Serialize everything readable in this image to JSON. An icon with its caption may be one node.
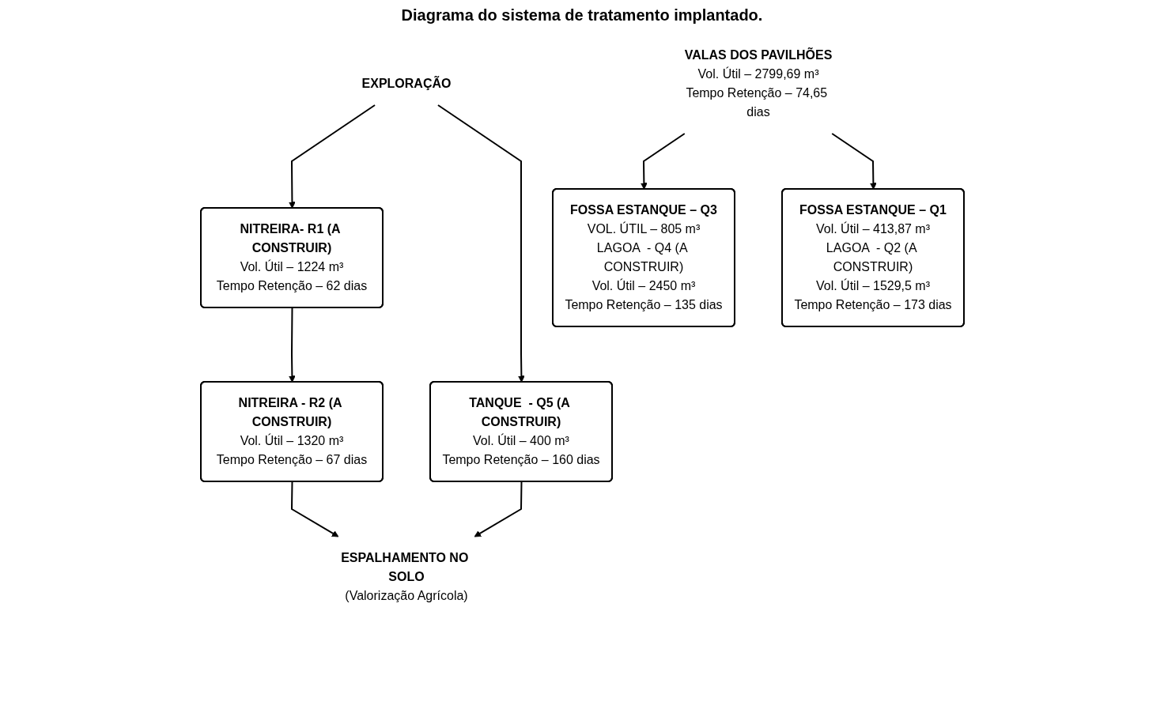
{
  "diagram": {
    "title": "Diagrama do sistema de tratamento implantado.",
    "nodes": [
      {
        "text": [
          "EXPLORAÇÃO"
        ]
      },
      {
        "text": [
          "VALAS DOS PAVILHÕES",
          "Vol. Útil – 2799,69 m³",
          "Tempo Retenção – 74,65 dias"
        ]
      },
      {
        "text": [
          "NITREIRA- R1 (A CONSTRUIR)",
          "Vol. Útil – 1224 m³",
          "Tempo Retenção – 62 dias"
        ]
      },
      {
        "text": [
          "FOSSA ESTANQUE – Q1",
          "Vol. Útil – 413,87 m³",
          "LAGOA  - Q2 (A CONSTRUIR)",
          "Vol. Útil – 1529,5 m³",
          "Tempo Retenção – 173 dias"
        ]
      },
      {
        "text": [
          "NITREIRA - R2 (A CONSTRUIR)",
          "Vol. Útil – 1320 m³",
          "Tempo Retenção – 67 dias"
        ]
      },
      {
        "text": [
          "FOSSA ESTANQUE – Q3",
          "VOL. ÚTIL – 805 m³",
          "LAGOA  - Q4 (A CONSTRUIR)",
          "Vol. Útil – 2450 m³",
          "Tempo Retenção – 135 dias"
        ]
      },
      {
        "text": [
          "TANQUE  - Q5 (A CONSTRUIR)",
          "Vol. Útil – 400 m³",
          "Tempo Retenção – 160 dias"
        ]
      },
      {
        "text": [
          "ESPALHAMENTO NO SOLO",
          "(Valorização Agrícola)"
        ]
      }
    ],
    "edges": [
      {
        "from": 0,
        "to": 2,
        "arrow": "to"
      },
      {
        "from": 0,
        "to": 6,
        "arrow": "to"
      },
      {
        "from": 1,
        "to": 5,
        "arrow": "to"
      },
      {
        "from": 1,
        "to": 3,
        "arrow": "to"
      },
      {
        "from": 2,
        "to": 4,
        "arrow": "to"
      },
      {
        "from": 4,
        "to": 7,
        "arrow": "to"
      },
      {
        "from": 6,
        "to": 7,
        "arrow": "to"
      }
    ]
  }
}
